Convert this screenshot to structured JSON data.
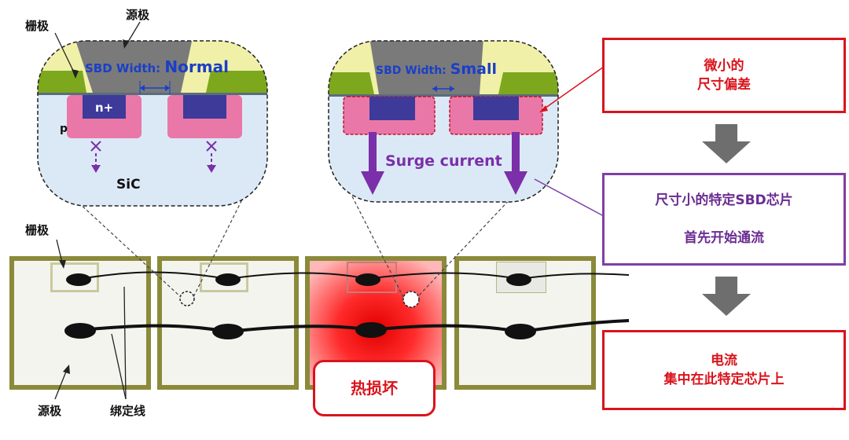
{
  "labels": {
    "gate_top": "栅极",
    "source_top": "源极",
    "gate_mid": "栅极",
    "source_bottom": "源极",
    "bonding_wire": "绑定线",
    "thermal_damage": "热损坏"
  },
  "zoom_normal": {
    "sbd_width_label": "SBD Width:",
    "sbd_width_value": "Normal",
    "n_plus": "n+",
    "p": "p",
    "sic": "SiC"
  },
  "zoom_small": {
    "sbd_width_label": "SBD Width:",
    "sbd_width_value": "Small",
    "surge_current": "Surge current"
  },
  "flow": {
    "box1": {
      "line1": "微小的",
      "line2": "尺寸偏差"
    },
    "box2": {
      "line1": "尺寸小的特定SBD芯片",
      "line2": "首先开始通流"
    },
    "box3": {
      "line1": "电流",
      "line2": "集中在此特定芯片上"
    }
  },
  "colors": {
    "flow_red": "#d9141c",
    "flow_purple": "#7e3fa6",
    "arrow_gray": "#6e6e6e",
    "chip_frame": "#8a8a3a",
    "hot_red": "#ff1a1a"
  }
}
